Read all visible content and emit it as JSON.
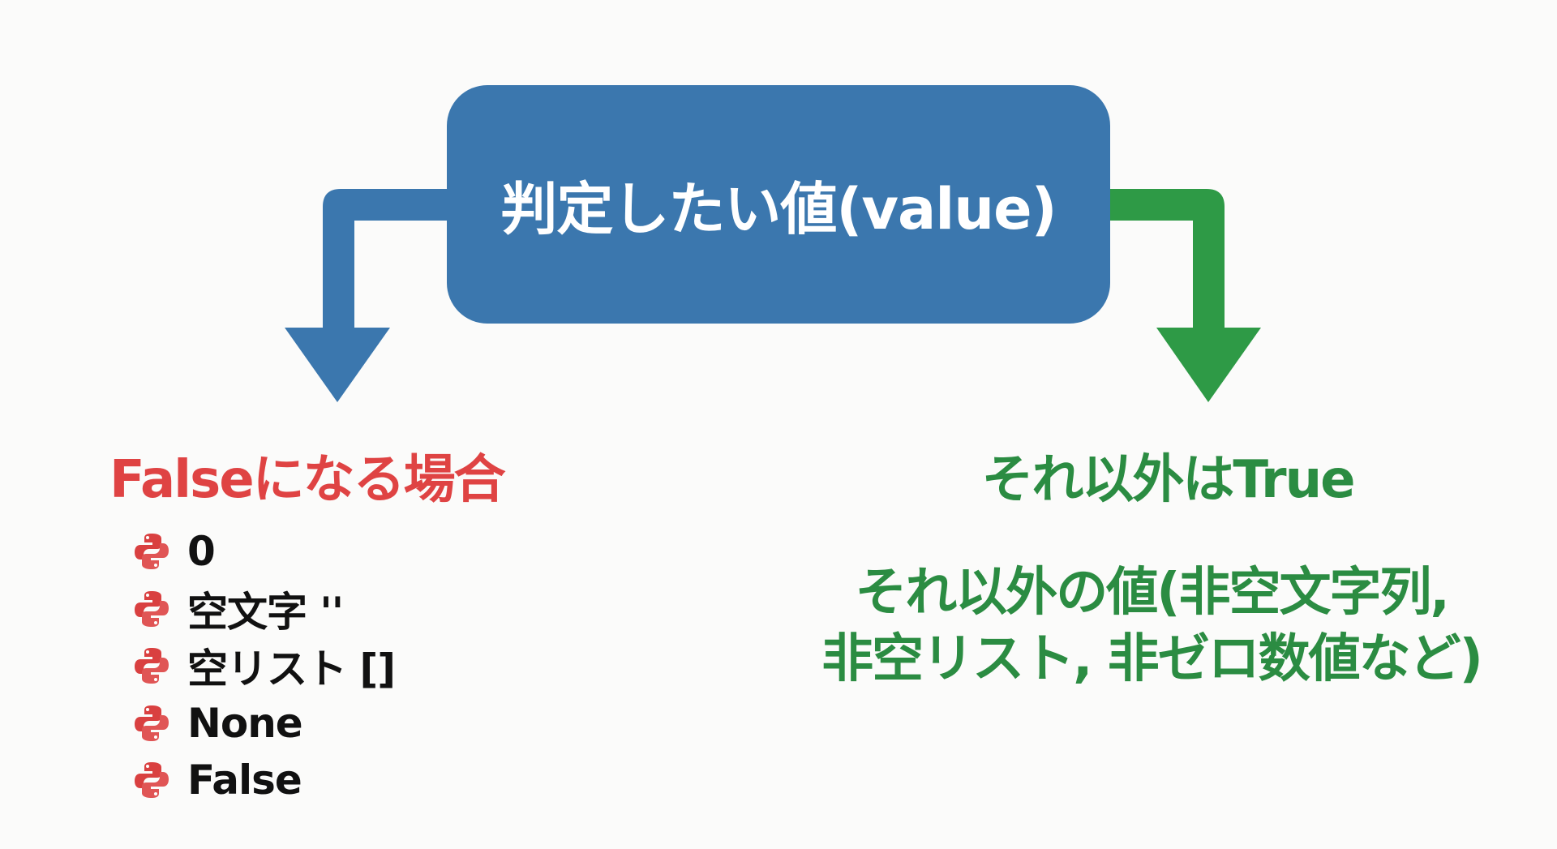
{
  "center": {
    "label": "判定したい値(value)"
  },
  "false_branch": {
    "title": "Falseになる場合",
    "items": [
      "0",
      "空文字 ''",
      "空リスト []",
      "None",
      "False"
    ]
  },
  "true_branch": {
    "title": "それ以外はTrue",
    "description_lines": [
      "それ以外の値(非空文字列,",
      "非空リスト, 非ゼロ数値など)"
    ]
  },
  "colors": {
    "box": "#3b77ae",
    "false": "#df4343",
    "true": "#2b8c42",
    "bullet_icon": "#d94040"
  },
  "icons": {
    "bullet": "python-logo-icon"
  }
}
